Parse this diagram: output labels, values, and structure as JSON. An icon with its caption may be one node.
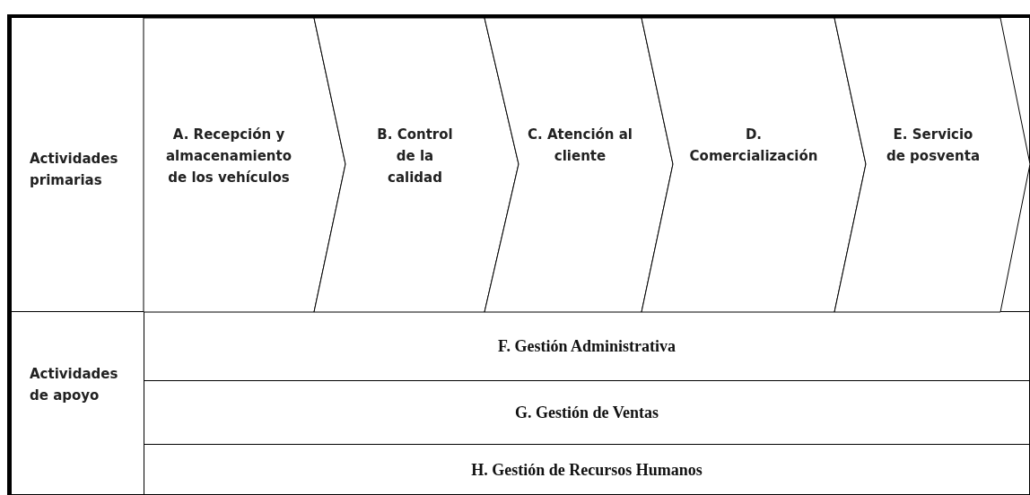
{
  "diagram": {
    "nodes": [
      {
        "text": [
          "Actividades primarias"
        ]
      },
      {
        "text": [
          "A. Recepción y almacenamiento de los vehículos"
        ],
        "in": 0
      },
      {
        "text": [
          "B. Control de la calidad"
        ],
        "in": 0
      },
      {
        "text": [
          "C. Atención al cliente"
        ],
        "in": 0
      },
      {
        "text": [
          "D. Comercialización"
        ],
        "in": 0
      },
      {
        "text": [
          "E. Servicio de posventa"
        ],
        "in": 0
      },
      {
        "text": [
          "Actividades de apoyo"
        ]
      },
      {
        "text": [
          "F. Gestión Administrativa"
        ],
        "in": 6
      },
      {
        "text": [
          "G. Gestión de Ventas"
        ],
        "in": 6
      },
      {
        "text": [
          "H. Gestión de Recursos Humanos"
        ],
        "in": 6
      }
    ],
    "edges": []
  }
}
